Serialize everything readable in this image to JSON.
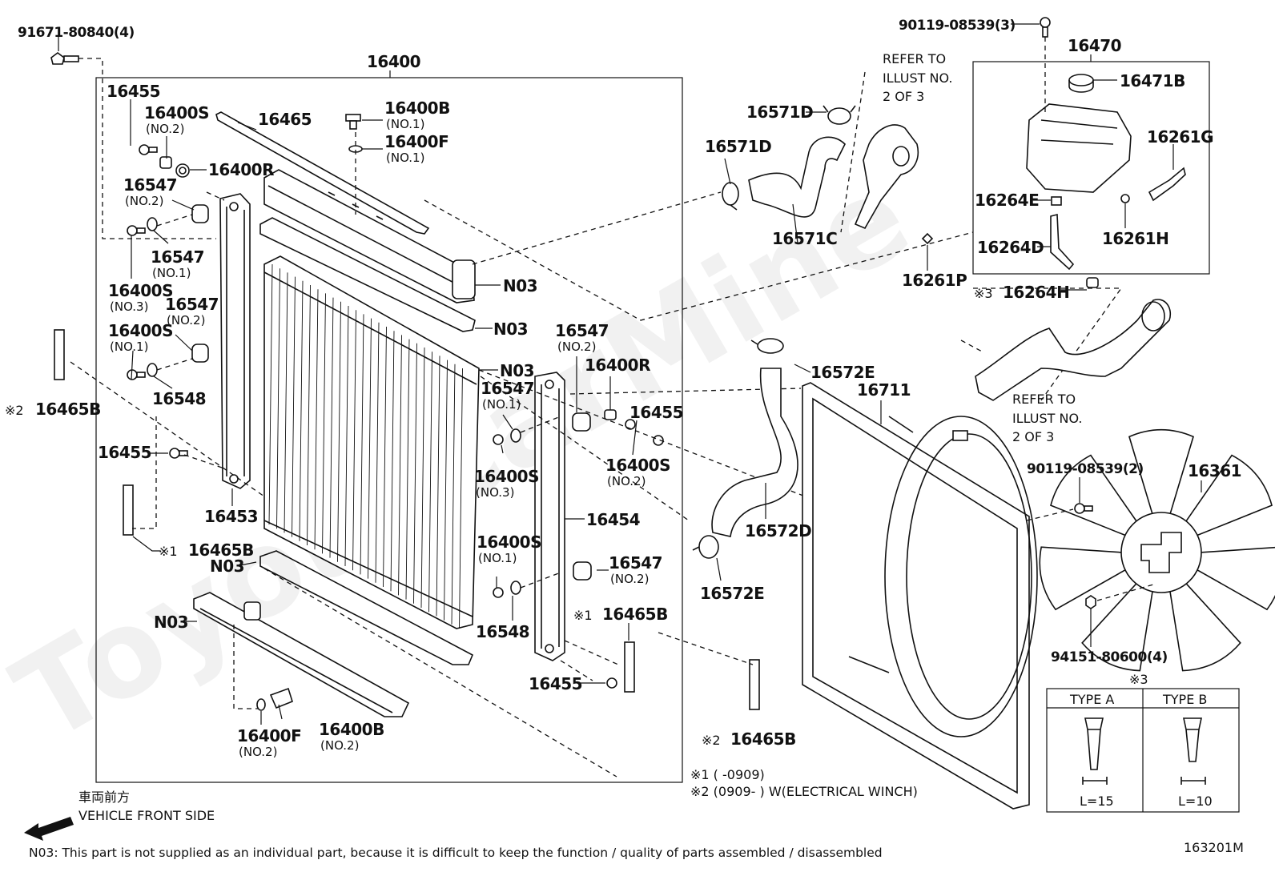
{
  "diagram_code": "163201M",
  "watermark": "ToyotaCarMine",
  "labels": {
    "p91671": "91671-80840(4)",
    "p16400": "16400",
    "p16455a": "16455",
    "p16400S_a": "16400S",
    "p16400S_a_sub": "(NO.2)",
    "p16465": "16465",
    "p16400B_a": "16400B",
    "p16400B_a_sub": "(NO.1)",
    "p16400F_a": "16400F",
    "p16400F_a_sub": "(NO.1)",
    "p16400R_a": "16400R",
    "p16547_a": "16547",
    "p16547_a_sub": "(NO.2)",
    "p16547_b": "16547",
    "p16547_b_sub": "(NO.1)",
    "p16400S_b": "16400S",
    "p16400S_b_sub": "(NO.3)",
    "p16547_c": "16547",
    "p16547_c_sub": "(NO.2)",
    "p16400S_c": "16400S",
    "p16400S_c_sub": "(NO.1)",
    "p16548_a": "16548",
    "p16465B_a_mark": "※2",
    "p16465B_a": "16465B",
    "p16455b": "16455",
    "p16453": "16453",
    "p16465B_b_mark": "※1",
    "p16465B_b": "16465B",
    "n03_a": "N03",
    "n03_b": "N03",
    "n03_c": "N03",
    "n03_d": "N03",
    "n03_e": "N03",
    "p16547_d": "16547",
    "p16547_d_sub": "(NO.2)",
    "p16400R_b": "16400R",
    "p16547_e": "16547",
    "p16547_e_sub": "(NO.1)",
    "p16455c": "16455",
    "p16400S_d": "16400S",
    "p16400S_d_sub": "(NO.2)",
    "p16400S_e": "16400S",
    "p16400S_e_sub": "(NO.3)",
    "p16454": "16454",
    "p16400S_f": "16400S",
    "p16400S_f_sub": "(NO.1)",
    "p16547_f": "16547",
    "p16547_f_sub": "(NO.2)",
    "p16548_b": "16548",
    "p16465B_c_mark": "※1",
    "p16465B_c": "16465B",
    "p16455d": "16455",
    "p16400F_b": "16400F",
    "p16400F_b_sub": "(NO.2)",
    "p16400B_b": "16400B",
    "p16400B_b_sub": "(NO.2)",
    "p16571D_a": "16571D",
    "p16571D_b": "16571D",
    "p16571C": "16571C",
    "refer1_l1": "REFER TO",
    "refer1_l2": "ILLUST NO.",
    "refer1_l3": "2 OF 3",
    "p90119_a": "90119-08539(3)",
    "p16470": "16470",
    "p16471B": "16471B",
    "p16261G": "16261G",
    "p16264E": "16264E",
    "p16261H": "16261H",
    "p16264D": "16264D",
    "p16261P": "16261P",
    "p16264H_mark": "※3",
    "p16264H": "16264H",
    "p16572E_a": "16572E",
    "p16711": "16711",
    "refer2_l1": "REFER TO",
    "refer2_l2": "ILLUST NO.",
    "refer2_l3": "2 OF 3",
    "p90119_b": "90119-08539(2)",
    "p16361": "16361",
    "p16572D": "16572D",
    "p16572E_b": "16572E",
    "p94151": "94151-80600(4)",
    "p16465B_d_mark": "※2",
    "p16465B_d": "16465B"
  },
  "notes": {
    "note1": "※1 (        -0909)",
    "note2": "※2 (0909-        ) W(ELECTRICAL WINCH)",
    "jp_front": "車両前方",
    "vehicle_front": "VEHICLE FRONT SIDE",
    "n03_footnote": "N03: This part is not supplied as an individual part, because it is difficult to keep the function / quality of parts assembled / disassembled"
  },
  "type_table": {
    "mark": "※3",
    "type_a": "TYPE A",
    "type_b": "TYPE B",
    "len_a": "L=15",
    "len_b": "L=10"
  }
}
